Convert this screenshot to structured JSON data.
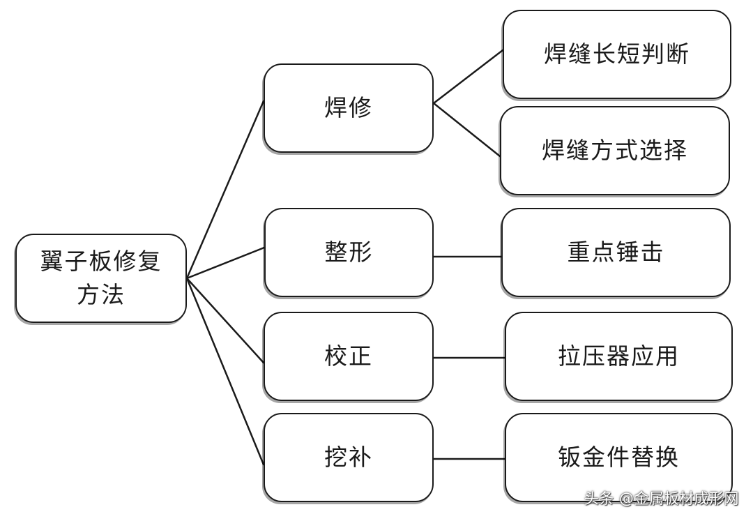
{
  "diagram": {
    "root": {
      "line1": "翼子板修复",
      "line2": "方法"
    },
    "methods": [
      {
        "label": "焊修"
      },
      {
        "label": "整形"
      },
      {
        "label": "校正"
      },
      {
        "label": "挖补"
      }
    ],
    "details": [
      {
        "label": "焊缝长短判断"
      },
      {
        "label": "焊缝方式选择"
      },
      {
        "label": "重点锤击"
      },
      {
        "label": "拉压器应用"
      },
      {
        "label": "钣金件替换"
      }
    ]
  },
  "watermark": "头条 @金属板材成形网",
  "colors": {
    "stroke": "#1a1a1a",
    "background": "#ffffff"
  }
}
